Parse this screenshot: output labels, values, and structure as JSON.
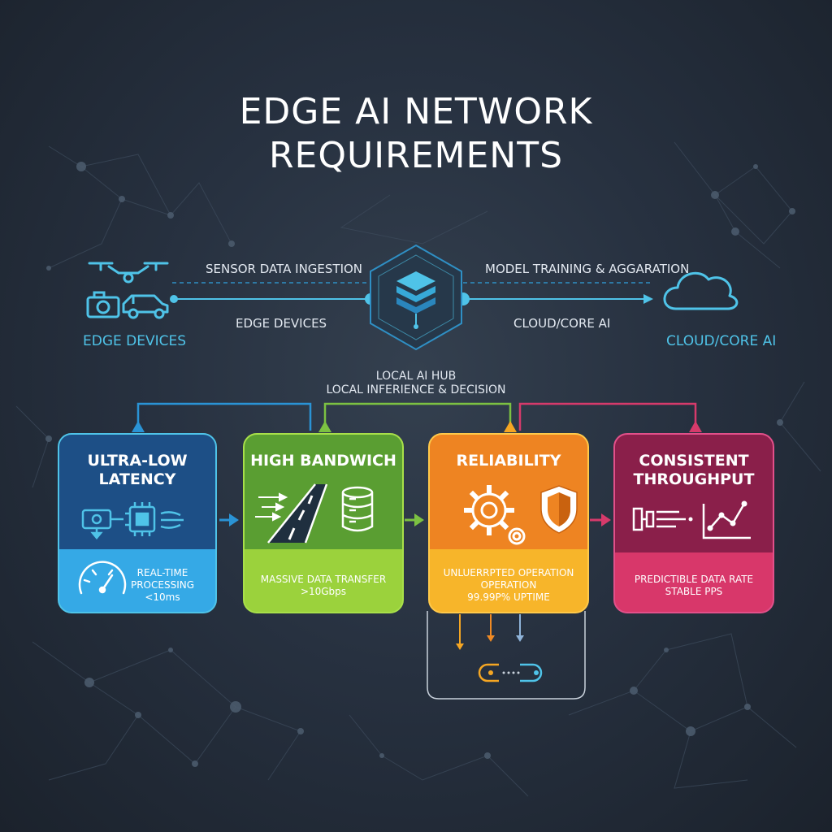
{
  "title": {
    "line1": "EDGE AI NETWORK",
    "line2": "REQUIREMENTS"
  },
  "flow": {
    "sensor_label": "SENSOR DATA INGESTION",
    "edge_devices_mid": "EDGE DEVICES",
    "model_label": "MODEL TRAINING & AGGARATION",
    "cloud_mid": "CLOUD/CORE AI",
    "edge_devices_label": "EDGE DEVICES",
    "cloud_label": "CLOUD/CORE AI"
  },
  "hub": {
    "line1": "LOCAL AI HUB",
    "line2": "LOCAL INFERIENCE & DECISION"
  },
  "cards": [
    {
      "title_l1": "ULTRA-LOW",
      "title_l2": "LATENCY",
      "sub_l1": "REAL-TIME",
      "sub_l2": "PROCESSING",
      "sub_l3": "<10ms",
      "color": "#2a93d5"
    },
    {
      "title_l1": "HIGH BANDWICH",
      "sub_l1": "MASSIVE DATA TRANSFER",
      "sub_l2": ">10Gbps",
      "color": "#7cc142"
    },
    {
      "title_l1": "RELIABILITY",
      "sub_l1": "UNLUERRPTED OPERATION",
      "sub_l2": "OPERATION",
      "sub_l3": "99.99P% UPTIME",
      "color": "#f08a24"
    },
    {
      "title_l1": "CONSISTENT",
      "title_l2": "THROUGHPUT",
      "sub_l1": "PREDICTIBLE DATA RATE",
      "sub_l2": "STABLE PPS",
      "color": "#d63a6b"
    }
  ],
  "icons": [
    "drone-icon",
    "camera-icon",
    "car-icon",
    "server-stack-icon",
    "cloud-icon",
    "camera-chip-icon",
    "speedometer-icon",
    "road-icon",
    "database-icon",
    "gear-icon",
    "shield-icon",
    "chart-icon",
    "connector-icon"
  ]
}
